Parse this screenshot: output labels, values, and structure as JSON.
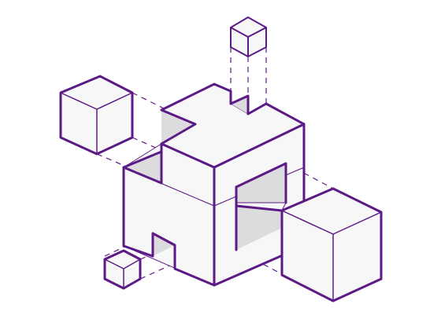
{
  "illustration": {
    "subject": "exploded-cube-assembly",
    "colors": {
      "stroke": "#5b1a86",
      "face_light": "#f7f7f8",
      "face_recess": "#dcdcde",
      "background": "#ffffff"
    },
    "parts": [
      {
        "name": "main-cube",
        "type": "cube-with-notches"
      },
      {
        "name": "top-small-cube",
        "type": "cube"
      },
      {
        "name": "left-cube",
        "type": "cube"
      },
      {
        "name": "right-cube",
        "type": "cube"
      },
      {
        "name": "bottom-small-cube",
        "type": "cube"
      }
    ]
  }
}
